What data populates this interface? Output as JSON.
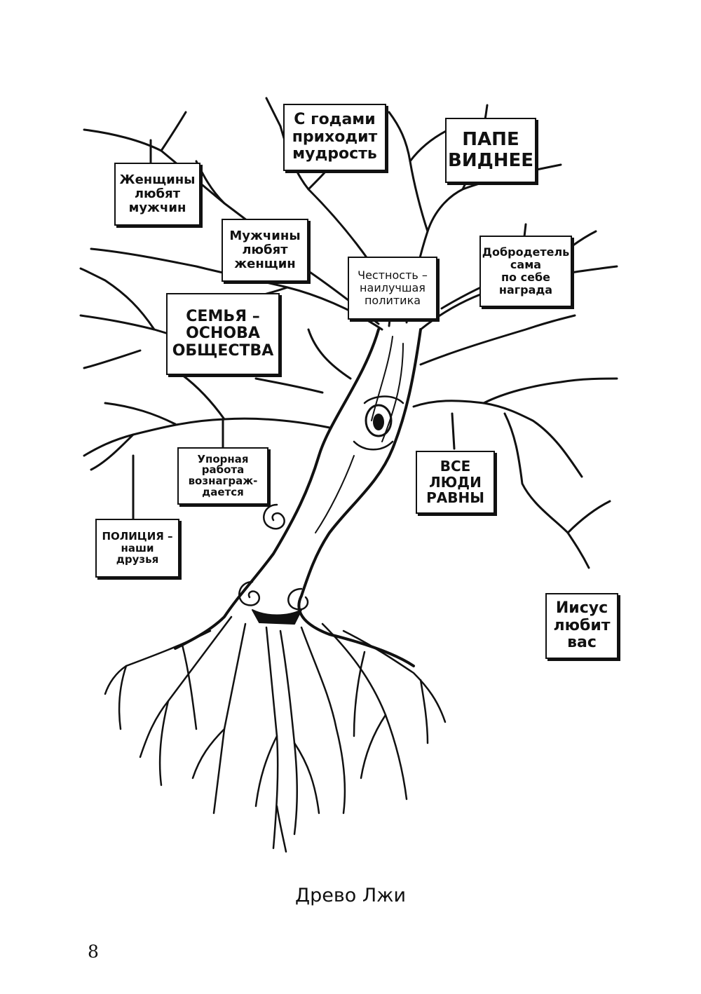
{
  "signs": {
    "s1": "Женщины\nлюбят\nмужчин",
    "s2": "С годами\nприходит\nмудрость",
    "s3": "ПАПЕ\nВИДНЕЕ",
    "s4": "Мужчины\nлюбят\nженщин",
    "s5": "Честность –\nнаилучшая\nполитика",
    "s6": "Добродетель\nсама\nпо себе\nнаграда",
    "s7": "СЕМЬЯ –\nОСНОВА\nОБЩЕСТВА",
    "s8": "Упорная\nработа\nвознаграж-\nдается",
    "s9": "ВСЕ\nЛЮДИ\nРАВНЫ",
    "s10": "ПОЛИЦИЯ –\nнаши\nдрузья",
    "s11": "Иисус\nлюбит\nвас"
  },
  "caption": "Древо Лжи",
  "page_number": "8",
  "colors": {
    "ink": "#111111",
    "paper": "#ffffff"
  }
}
